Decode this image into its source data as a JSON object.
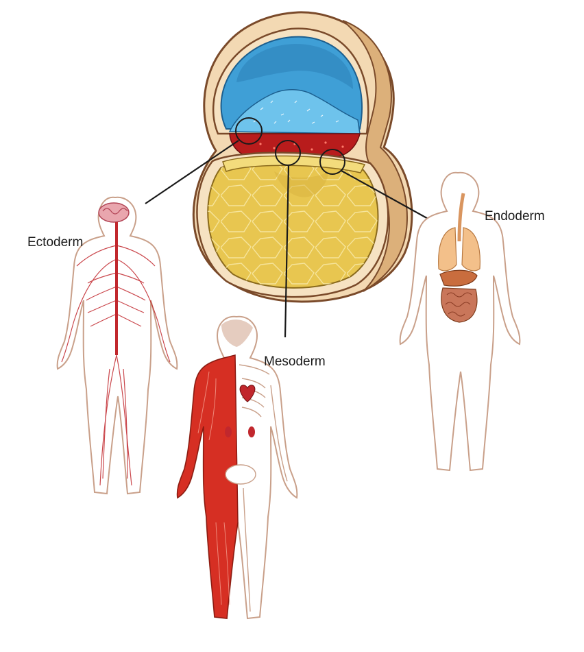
{
  "labels": {
    "ectoderm": "Ectoderm",
    "mesoderm": "Mesoderm",
    "endoderm": "Endoderm"
  },
  "colors": {
    "ectoderm": "#3f9fd6",
    "mesoderm": "#c0231f",
    "endoderm": "#e8c650",
    "outline": "#7a4a2a",
    "trophoblast": "#f3d9b3",
    "body_outline": "#c9a08a",
    "nerve": "#c1272d",
    "muscle": "#d62f23",
    "organ": "#e7b07a"
  },
  "icons": [
    "embryo-illustration",
    "nervous-system-figure",
    "musculoskeletal-figure",
    "digestive-respiratory-figure"
  ]
}
